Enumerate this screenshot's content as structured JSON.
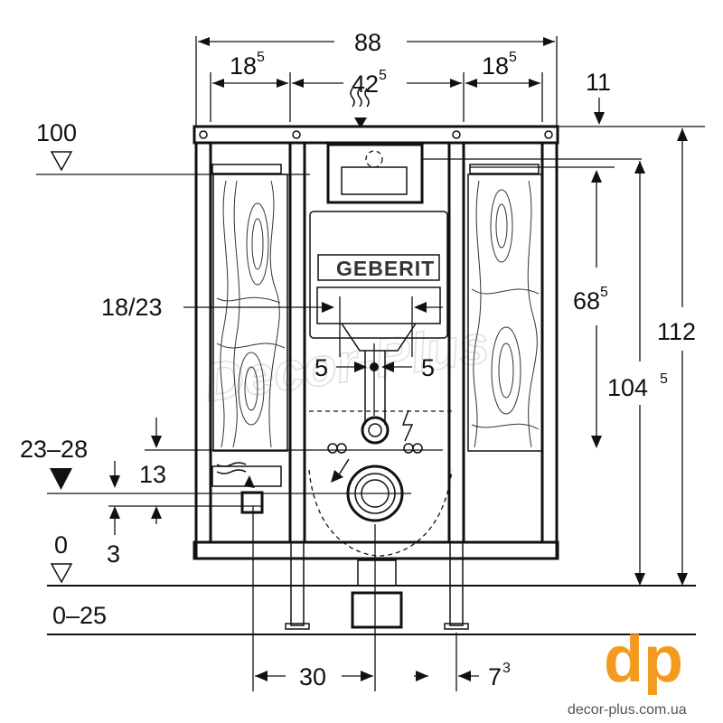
{
  "dimensions": {
    "width_total": "88",
    "side_left": "18",
    "side_left_sup": "5",
    "center": "42",
    "center_sup": "5",
    "side_right": "18",
    "side_right_sup": "5",
    "top_offset": "11",
    "level_100": "100",
    "pipe_width": "18/23",
    "height_68": "68",
    "height_68_sup": "5",
    "height_112": "112",
    "height_104": "104",
    "height_104_sup": "5",
    "offset_left": "5",
    "offset_right": "5",
    "drain_range": "23–28",
    "drain_13": "13",
    "drain_3": "3",
    "level_0": "0",
    "floor_range": "0–25",
    "bottom_30": "30",
    "bottom_7": "7",
    "bottom_7_sup": "3"
  },
  "brand": {
    "product_label": "GEBERIT"
  },
  "logo": {
    "text": "dp",
    "url": "decor-plus.com.ua",
    "color": "#f39a21"
  },
  "watermark": {
    "text": "Decor-Plus"
  },
  "icons": {
    "water_supply": "water-waves-icon",
    "electric": "lightning-icon",
    "down_arrow": "filled-triangle-icon",
    "level_marker": "open-triangle-icon"
  }
}
